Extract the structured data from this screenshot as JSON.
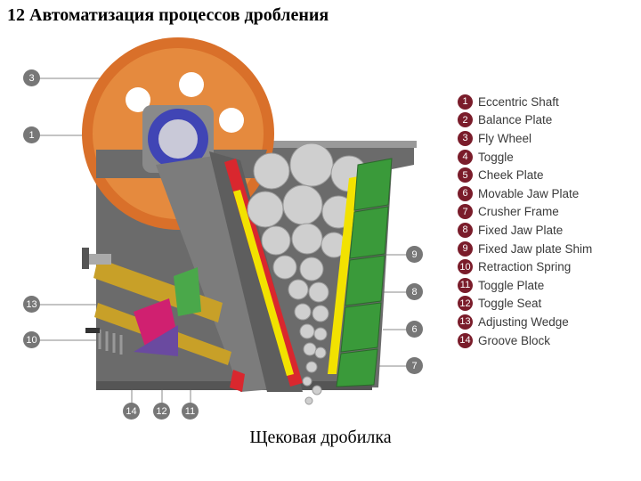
{
  "title": "12 Автоматизация процессов дробления",
  "caption": "Щековая дробилка",
  "colors": {
    "flywheel": "#d9702a",
    "frame": "#6b6b6b",
    "movable_jaw": "#d9272e",
    "shim": "#f2e200",
    "fixed_jaw": "#3a9a3a",
    "badge": "#7a1c2a",
    "callout": "#777777",
    "eccentric_shaft": "#4045b5"
  },
  "legend": [
    {
      "num": "1",
      "label": "Eccentric Shaft"
    },
    {
      "num": "2",
      "label": "Balance Plate"
    },
    {
      "num": "3",
      "label": "Fly Wheel"
    },
    {
      "num": "4",
      "label": "Toggle"
    },
    {
      "num": "5",
      "label": "Cheek Plate"
    },
    {
      "num": "6",
      "label": "Movable Jaw Plate"
    },
    {
      "num": "7",
      "label": "Crusher Frame"
    },
    {
      "num": "8",
      "label": "Fixed Jaw Plate"
    },
    {
      "num": "9",
      "label": "Fixed Jaw plate Shim"
    },
    {
      "num": "10",
      "label": "Retraction Spring"
    },
    {
      "num": "11",
      "label": "Toggle Plate"
    },
    {
      "num": "12",
      "label": "Toggle Seat"
    },
    {
      "num": "13",
      "label": "Adjusting Wedge"
    },
    {
      "num": "14",
      "label": "Groove Block"
    }
  ],
  "callouts": [
    "3",
    "1",
    "9",
    "8",
    "6",
    "7",
    "13",
    "10",
    "14",
    "12",
    "11"
  ]
}
